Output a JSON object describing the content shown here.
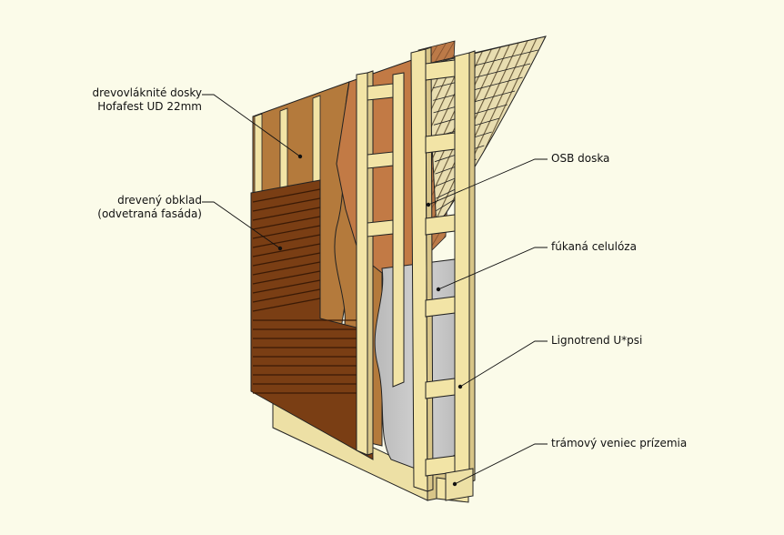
{
  "labels": {
    "fiberboard_line1": "drevovláknité dosky",
    "fiberboard_line2": "Hofafest UD 22mm",
    "cladding_line1": "drevený obklad",
    "cladding_line2": "(odvetraná fasáda)",
    "osb": "OSB doska",
    "cellulose": "fúkaná celulóza",
    "lignotrend": "Lignotrend U*psi",
    "sill_beam": "trámový veniec prízemia"
  },
  "colors": {
    "background": "#FBFBE9",
    "light_wood": "#F2E4A6",
    "fiberboard": "#B47A3C",
    "cladding": "#7A3E14",
    "osb": "#C27A45",
    "insulation": "#C8C8C8",
    "outline": "#222222"
  }
}
